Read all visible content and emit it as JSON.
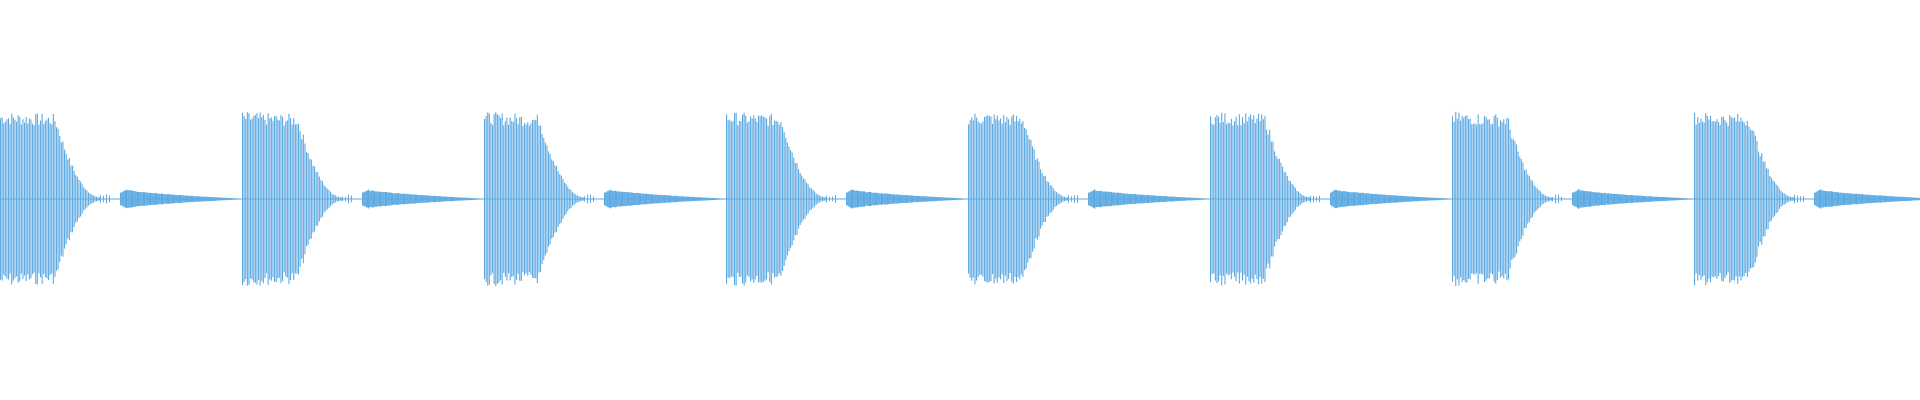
{
  "waveform": {
    "color": "#5DAAE3",
    "background": "#FFFFFF",
    "pattern": {
      "beats": 8,
      "beat_strong_amplitude": 0.95,
      "beat_weak_amplitude": 0.12
    }
  }
}
